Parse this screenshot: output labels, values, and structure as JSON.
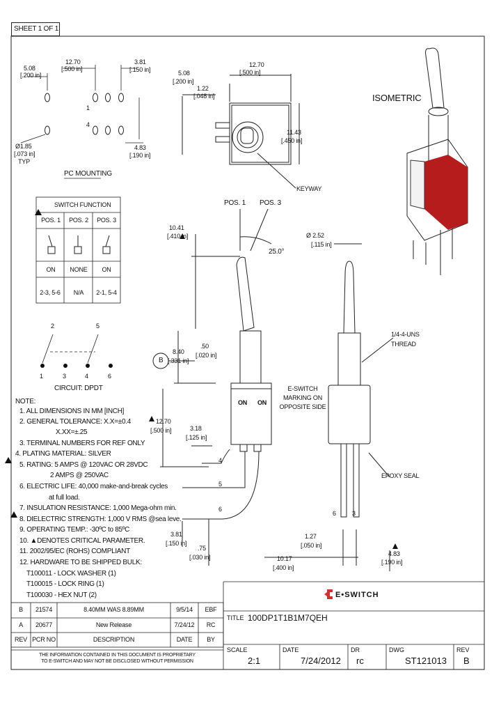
{
  "sheet": "SHEET 1 OF 1",
  "pc_mounting": {
    "dims": {
      "d1": "5.08",
      "d1b": "[.200 in]",
      "d2": "12.70",
      "d2b": "[.500 in]",
      "d3": "3.81",
      "d3b": "[.150 in]",
      "d4": "Ø1.85",
      "d4b": "[.073 in]",
      "d4c": "TYP",
      "d5": "4.83",
      "d5b": "[.190 in]"
    },
    "pin_labels": [
      "1",
      "4"
    ],
    "caption": "PC MOUNTING"
  },
  "front_view": {
    "dims": {
      "a": "12.70",
      "ab": "[.500 in]",
      "b": "5.08",
      "bb": "[.200 in]",
      "c": "1.22",
      "cb": "[.048 in]",
      "d": "11.43",
      "db": "[.450 in]"
    },
    "keyway": "KEYWAY"
  },
  "isometric": "ISOMETRIC",
  "switch_function": {
    "title": "SWITCH FUNCTION",
    "headers": [
      "POS. 1",
      "POS. 2",
      "POS. 3"
    ],
    "states": [
      "ON",
      "NONE",
      "ON"
    ],
    "connections": [
      "2-3, 5-6",
      "N/A",
      "2-1, 5-4"
    ]
  },
  "circuit": {
    "top_labels": [
      "2",
      "5"
    ],
    "bottom_labels": [
      "1",
      "3",
      "4",
      "6"
    ],
    "caption": "CIRCUIT: DPDT"
  },
  "notes": {
    "title": "NOTE:",
    "lines": [
      "1. ALL DIMENSIONS IN MM [INCH]",
      "2. GENERAL TOLERANCE: X.X=±0.4",
      "X.XX=±.25",
      "3. TERMINAL NUMBERS FOR REF ONLY",
      "4. PLATING MATERIAL: SILVER",
      "5. RATING: 5 AMPS @ 120VAC OR 28VDC",
      "2 AMPS @ 250VAC",
      "6. ELECTRIC LIFE: 40,000 make-and-break cycles",
      "at full load.",
      "7. INSULATION RESISTANCE: 1,000 Mega-ohm min.",
      "8. DIELECTRIC STRENGTH: 1,000 V RMS @sea leve.",
      "9. OPERATING TEMP.: -30ºC to 85ºC",
      "10. ▲DENOTES CRITICAL PARAMETER.",
      "11. 2002/95/EC (ROHS) COMPLIANT",
      "12. HARDWARE TO BE SHIPPED BULK:",
      "T100011 - LOCK WASHER (1)",
      "T100015 - LOCK RING (1)",
      "T100030 - HEX NUT (2)"
    ]
  },
  "side_view": {
    "pos1": "POS. 1",
    "pos3": "POS. 3",
    "angle": "25.0°",
    "d_top": "10.41",
    "d_topb": "[.410 in]",
    "d_mid": "8.40",
    "d_midb": "[.331 in]",
    "d_50": ".50",
    "d_50b": "[.020 in]",
    "d_body": "12.70",
    "d_bodyb": "[.500 in]",
    "d_318": "3.18",
    "d_318b": "[.125 in]",
    "d_381": "3.81",
    "d_381b": "[.150 in]",
    "d_75": ".75",
    "d_75b": "[.030 in]",
    "on1": "ON",
    "on2": "ON",
    "marker": "B",
    "terms": [
      "4",
      "5",
      "6"
    ]
  },
  "right_view": {
    "d_dia": "Ø 2.52",
    "d_diab": "[.115 in]",
    "thread": "1/4-4-UNS\nTHREAD",
    "marking": "E-SWITCH\nMARKING ON\nOPPOSITE SIDE",
    "epoxy": "EPOXY SEAL",
    "d_127": "1.27",
    "d_127b": "[.050 in]",
    "d_1017": "10.17",
    "d_1017b": "[.400 in]",
    "d_483": "4.83",
    "d_483b": "[.190 in]",
    "terms": [
      "6",
      "3"
    ]
  },
  "revisions": {
    "rows": [
      [
        "B",
        "21574",
        "8.40MM WAS 8.89MM",
        "9/5/14",
        "EBF"
      ],
      [
        "A",
        "20677",
        "New Release",
        "7/24/12",
        "RC"
      ]
    ],
    "headers": [
      "REV",
      "PCR NO",
      "DESCRIPTION",
      "DATE",
      "BY"
    ]
  },
  "disclaimer": "THE INFORMATION CONTAINED IN THIS DOCUMENT IS PROPRIETARY\nTO E-SWITCH AND MAY NOT BE DISCLOSED WITHOUT PERMISSION",
  "title_block": {
    "brand": "E•SWITCH",
    "title_label": "TITLE",
    "title": "100DP1T1B1M7QEH",
    "scale_label": "SCALE",
    "scale": "2:1",
    "date_label": "DATE",
    "date": "7/24/2012",
    "dr_label": "DR",
    "dr": "rc",
    "dwg_label": "DWG",
    "dwg": "ST121013",
    "rev_label": "REV",
    "rev": "B"
  },
  "colors": {
    "accent": "#d32f2f",
    "body_red": "#b71c1c",
    "ink": "#111111"
  }
}
